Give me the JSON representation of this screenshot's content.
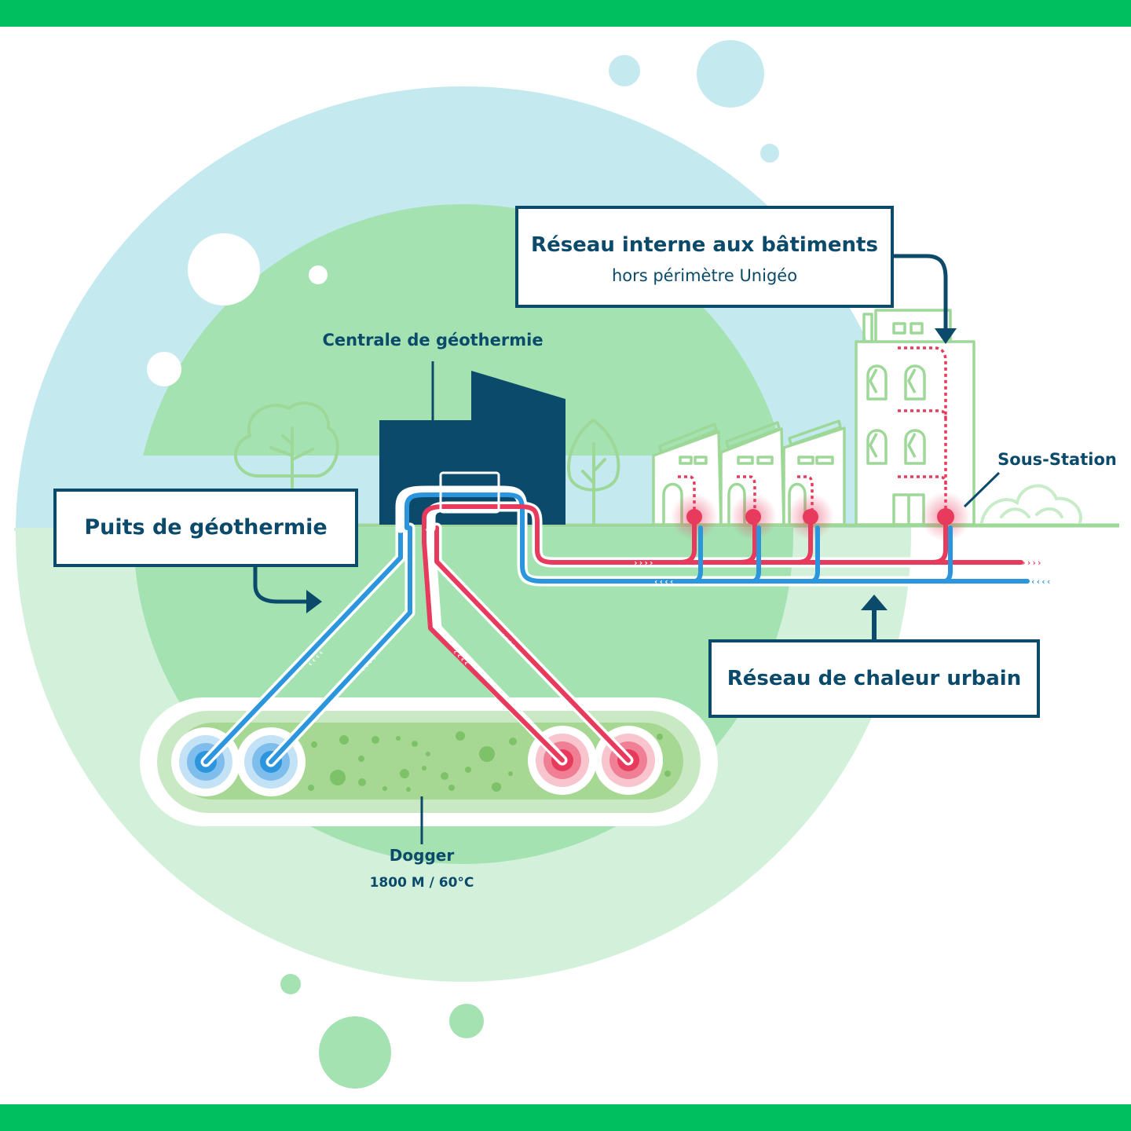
{
  "colors": {
    "frame_green": "#00bf5f",
    "sky": "#c4eaf0",
    "ground": "#d3f1da",
    "ground_inner": "#a4e2b2",
    "navy": "#0b4a6b",
    "hot": "#e83a5c",
    "cold": "#2b95dd",
    "outline_green": "#9ed898"
  },
  "labels": {
    "reseau_interne_title": "Réseau interne aux bâtiments",
    "reseau_interne_subtitle": "hors périmètre Unigéo",
    "centrale": "Centrale de géothermie",
    "puits": "Puits de géothermie",
    "sous_station": "Sous-Station",
    "reseau_chaleur": "Réseau de chaleur urbain",
    "dogger": "Dogger",
    "dogger_depth_temp": "1800 M / 60°C"
  },
  "icons": {
    "tree": "tree-icon",
    "building": "building-icon",
    "plant": "geothermal-plant-icon",
    "heat_exchanger": "heat-exchanger-icon",
    "well": "well-icon"
  }
}
